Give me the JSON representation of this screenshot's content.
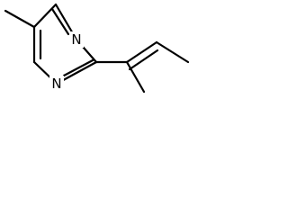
{
  "molecule": {
    "atoms": [
      {
        "id": "n1",
        "symbol": "N"
      },
      {
        "id": "n3",
        "symbol": "N"
      }
    ],
    "colors": {
      "bond": "#000000",
      "label": "#000000",
      "background": "#ffffff"
    }
  }
}
